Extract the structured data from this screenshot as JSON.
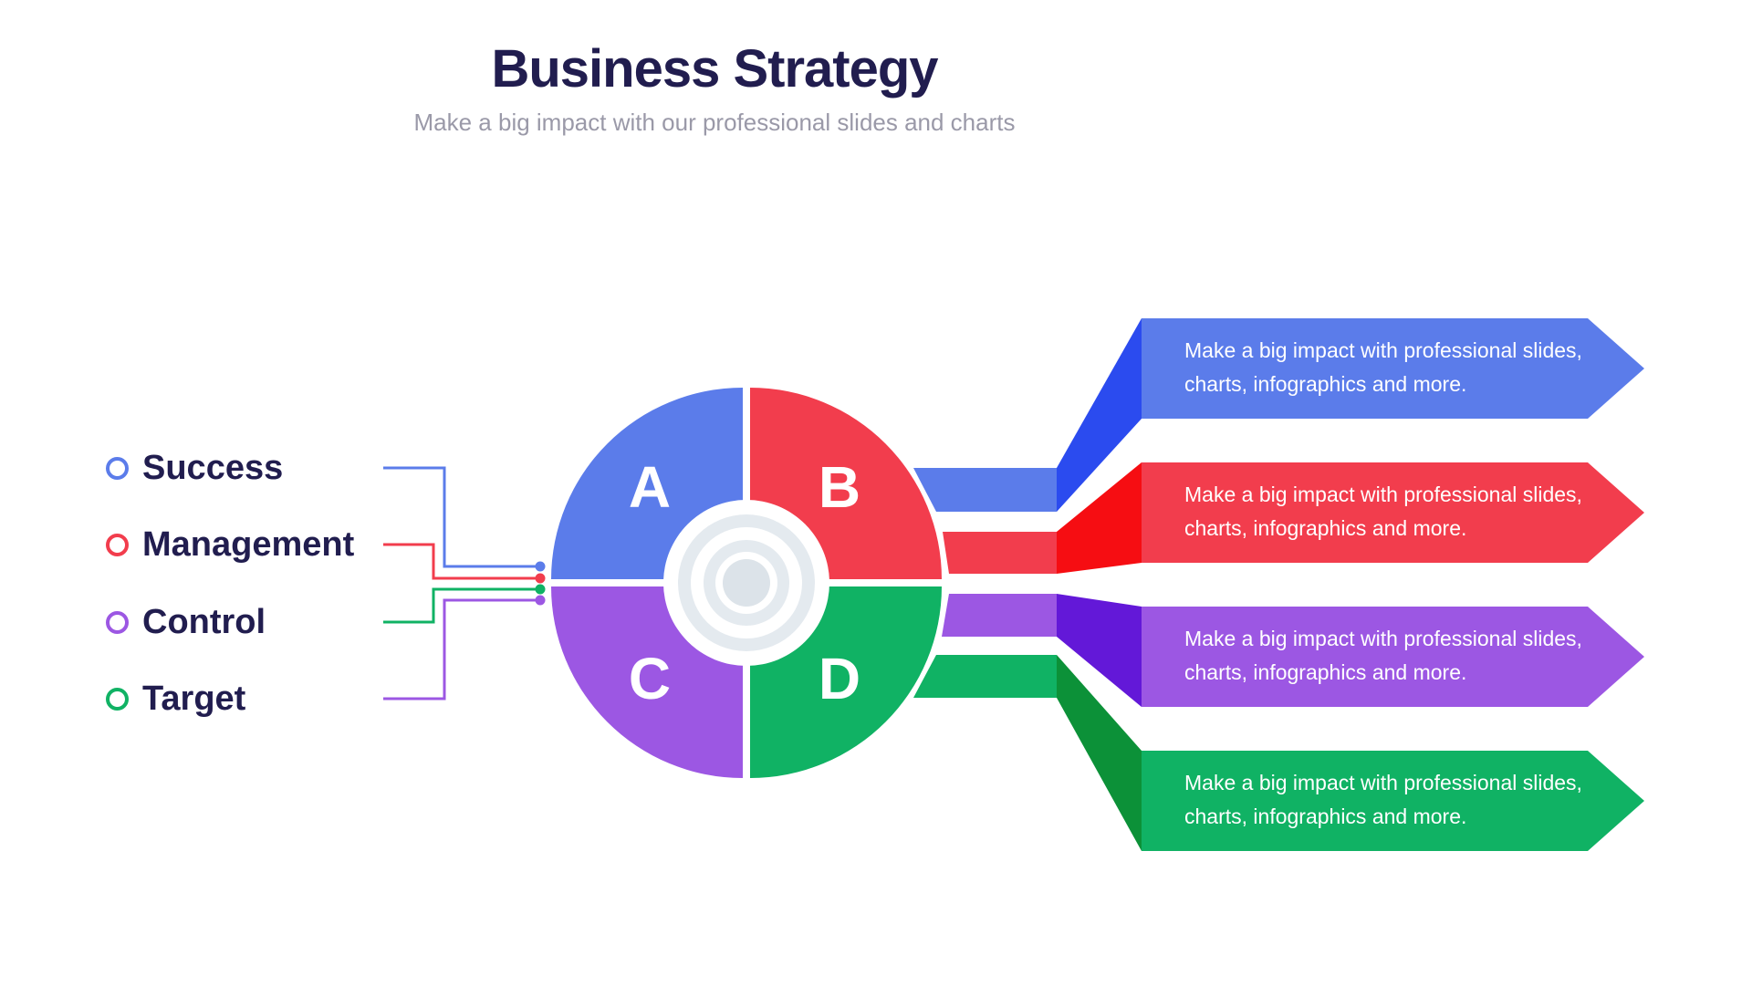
{
  "title": "Business Strategy",
  "subtitle": "Make a big impact with our professional slides and charts",
  "colors": {
    "background": "#FFFFFF",
    "heading_text": "#211D4F",
    "subtitle_text": "#9A99A8",
    "blue": "#5B7CEA",
    "blue_dark": "#2B4BEF",
    "red": "#F23D4D",
    "red_dark": "#F60D12",
    "purple": "#9C57E3",
    "purple_dark": "#6318D8",
    "green": "#10B264",
    "green_dark": "#0C9138",
    "target_ring_gray": "#E4EAEF",
    "target_center_gray": "#DCE3E9",
    "wheel_letter": "#FFFFFF",
    "banner_text": "#FFFFFF"
  },
  "legend": {
    "items": [
      {
        "label": "Success",
        "marker_color": "#5B7CEA",
        "line_color": "#5B7CEA"
      },
      {
        "label": "Management",
        "marker_color": "#F23D4D",
        "line_color": "#F23D4D"
      },
      {
        "label": "Control",
        "marker_color": "#9C57E3",
        "line_color": "#10B264"
      },
      {
        "label": "Target",
        "marker_color": "#10B264",
        "line_color": "#9C57E3"
      }
    ]
  },
  "wheel": {
    "segments": [
      {
        "letter": "A",
        "color": "#5B7CEA"
      },
      {
        "letter": "B",
        "color": "#F23D4D"
      },
      {
        "letter": "C",
        "color": "#9C57E3"
      },
      {
        "letter": "D",
        "color": "#10B264"
      }
    ]
  },
  "banners": [
    {
      "text": "Make a big impact with professional slides, charts, infographics and more.",
      "color": "#5B7CEA",
      "connector_color": "#2B4BEF"
    },
    {
      "text": "Make a big impact with professional slides, charts, infographics and more.",
      "color": "#F23D4D",
      "connector_color": "#F60D12"
    },
    {
      "text": "Make a big impact with professional slides, charts, infographics and more.",
      "color": "#9C57E3",
      "connector_color": "#6318D8"
    },
    {
      "text": "Make a big impact with professional slides, charts, infographics and more.",
      "color": "#10B264",
      "connector_color": "#0C9138"
    }
  ]
}
